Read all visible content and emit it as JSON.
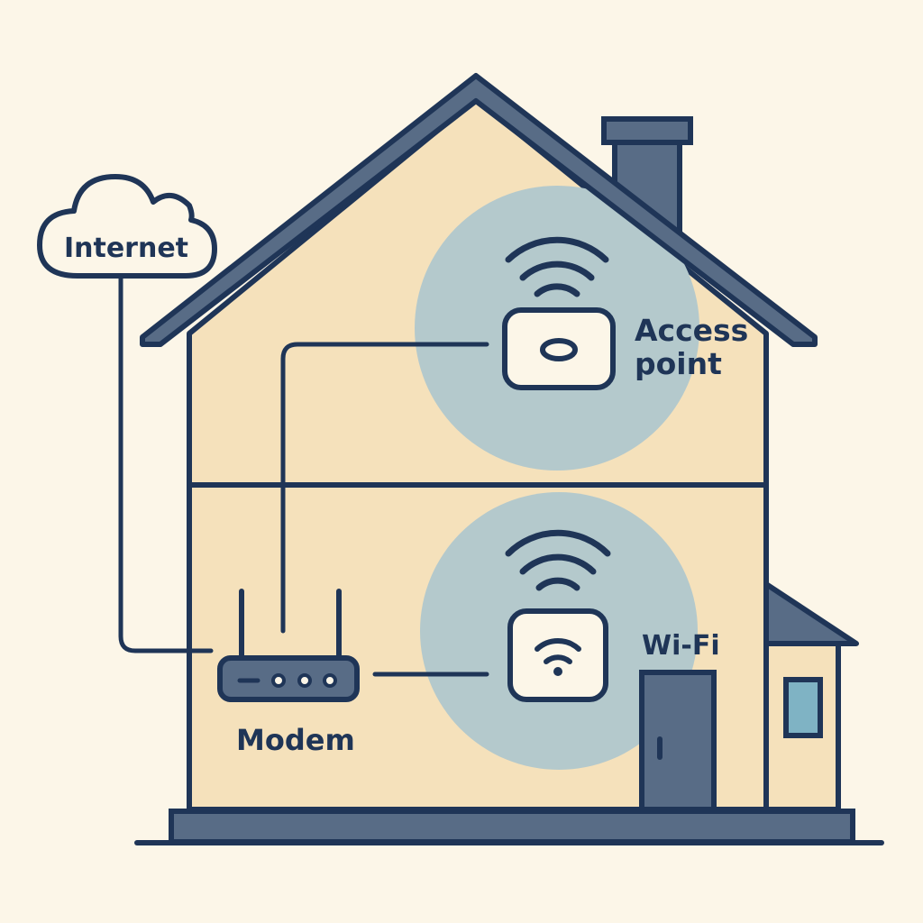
{
  "labels": {
    "internet": "Internet",
    "access_point_line1": "Access",
    "access_point_line2": "point",
    "wifi": "Wi-Fi",
    "modem": "Modem"
  },
  "colors": {
    "background": "#fcf6e8",
    "outline": "#1f3557",
    "wall": "#f5e1bb",
    "roof_and_chimney": "#586c86",
    "coverage_circle": "#b4c9cc",
    "device_fill": "#fcf6e8",
    "window_glass": "#7fb3c4"
  },
  "icons": {
    "cloud": "cloud-icon",
    "access_point": "access-point-icon",
    "wifi_router": "wifi-router-icon",
    "modem": "modem-icon",
    "signal": "wifi-signal-icon"
  }
}
